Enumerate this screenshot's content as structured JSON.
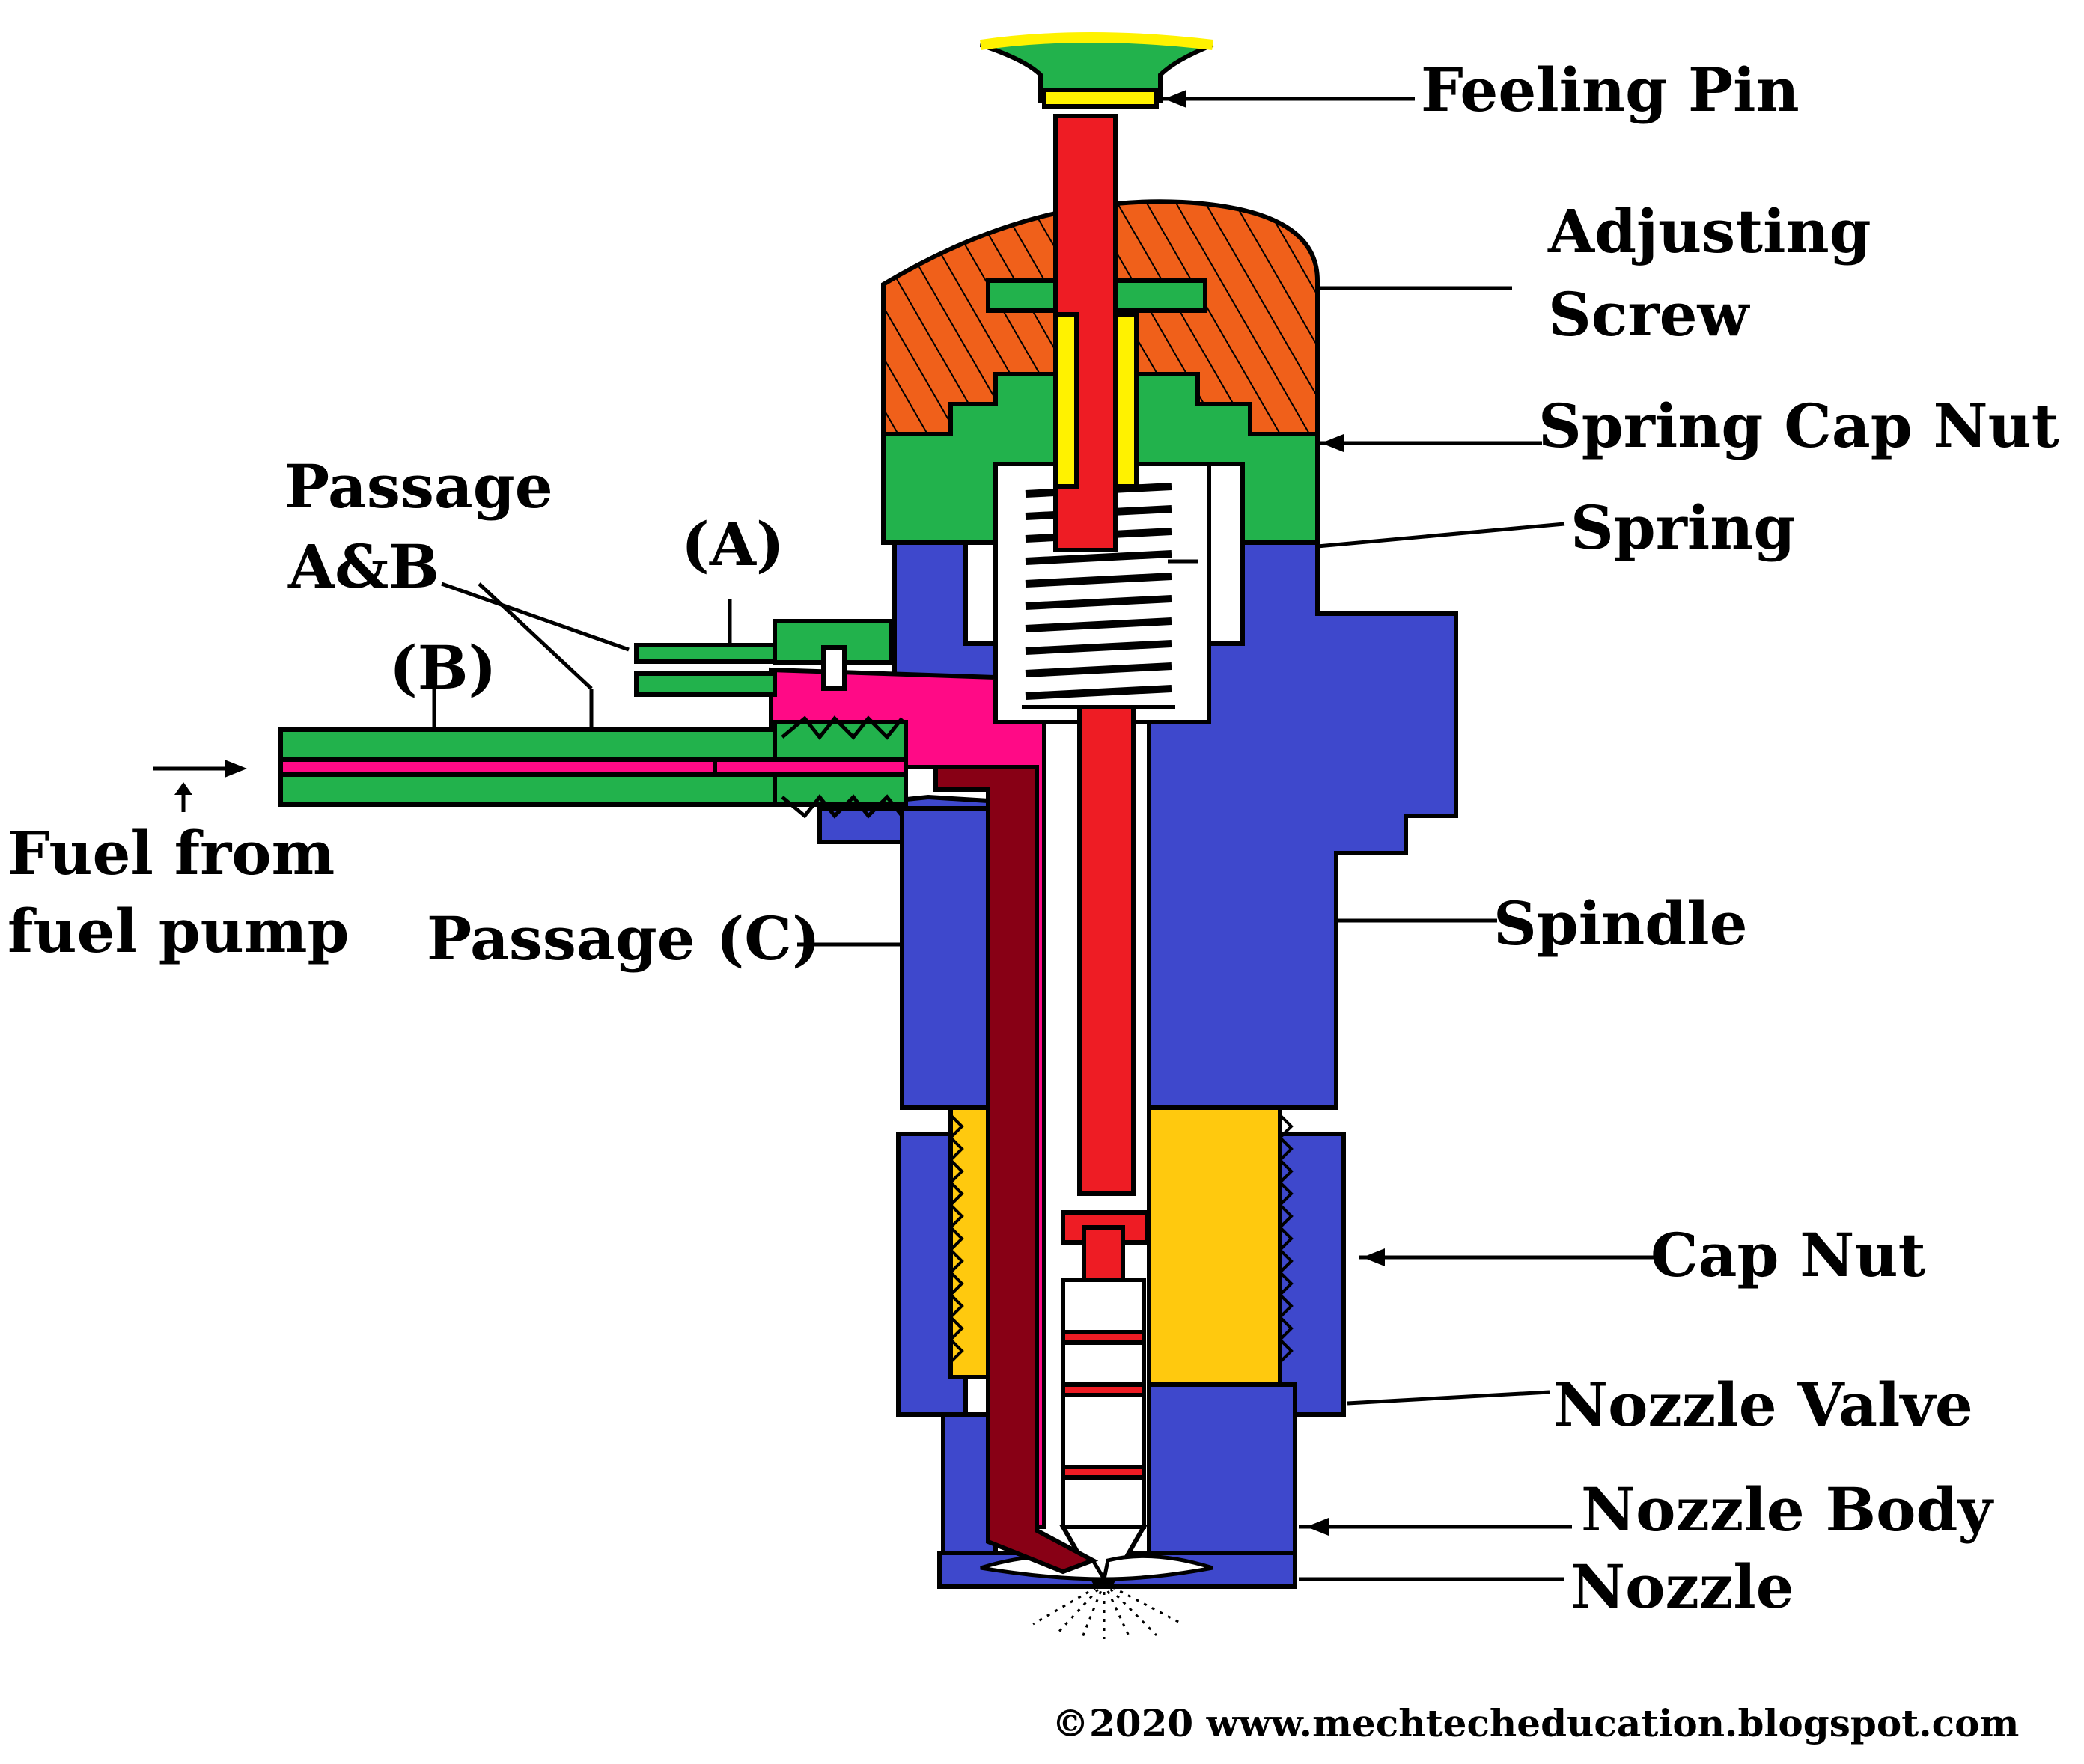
{
  "labels": {
    "feeling_pin": "Feeling Pin",
    "adjusting_screw_1": "Adjusting",
    "adjusting_screw_2": "Screw",
    "spring_cap_nut": "Spring Cap Nut",
    "spring": "Spring",
    "passage_ab_1": "Passage",
    "passage_ab_2": "A&B",
    "passage_a": "(A)",
    "passage_b": "(B)",
    "fuel_from_1": "Fuel from",
    "fuel_from_2": "fuel pump",
    "passage_c": "Passage (C)",
    "spindle": "Spindle",
    "cap_nut": "Cap Nut",
    "nozzle_valve": "Nozzle Valve",
    "nozzle_body": "Nozzle Body",
    "nozzle": "Nozzle"
  },
  "copyright": "©2020 www.mechtecheducation.blogspot.com",
  "colors": {
    "body_blue": "#3e48cc",
    "green": "#22b24c",
    "orange": "#f0601a",
    "red": "#ee1c24",
    "yellow": "#fff200",
    "gold": "#ffc90e",
    "magenta": "#ff0a86",
    "dark_red": "#880015",
    "black": "#000000"
  }
}
